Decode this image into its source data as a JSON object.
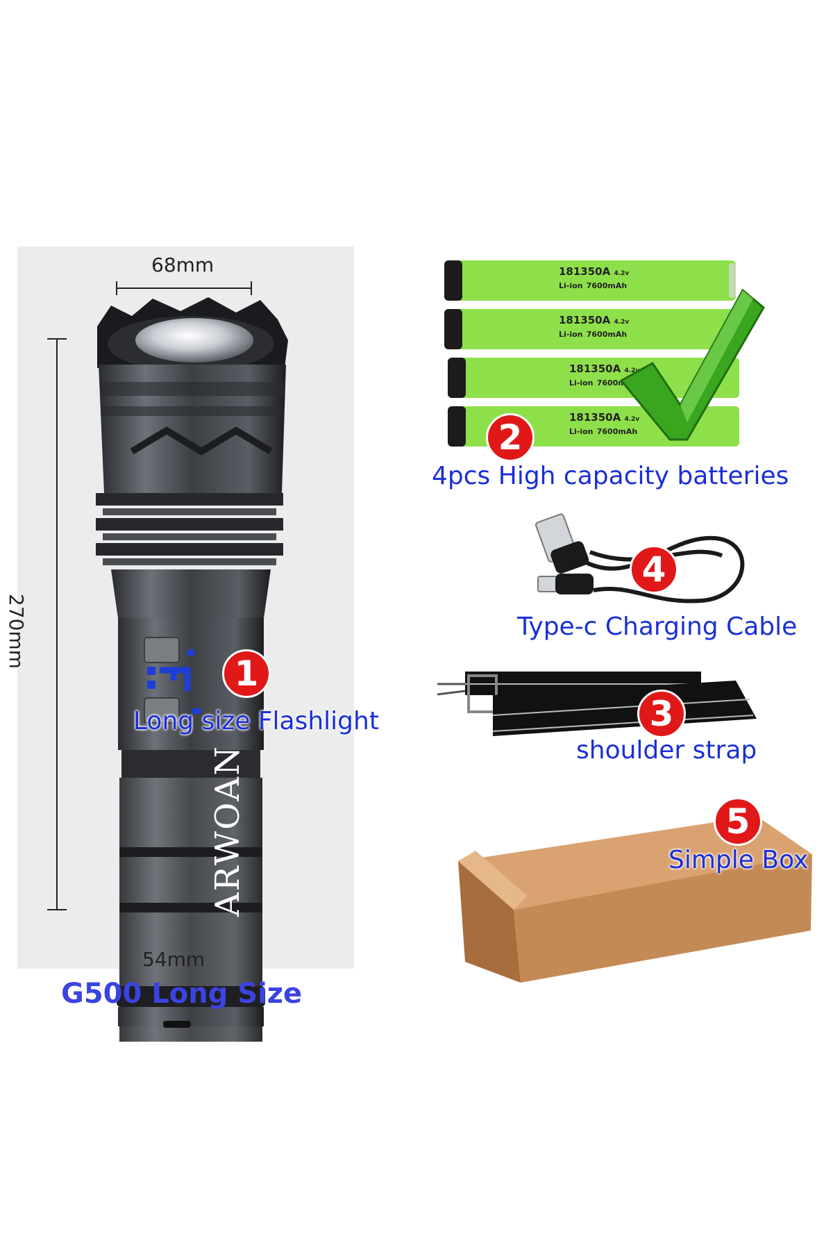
{
  "flashlight": {
    "width_top": "68mm",
    "length": "270mm",
    "width_bottom": "54mm",
    "watermark": "ARWOAN",
    "label": "Long size Flashlight",
    "number": "1",
    "model_title": "G500 Long Size"
  },
  "items": [
    {
      "number": "2",
      "label": "4pcs High capacity batteries"
    },
    {
      "number": "4",
      "label": "Type-c Charging Cable"
    },
    {
      "number": "3",
      "label": "shoulder strap"
    },
    {
      "number": "5",
      "label": "Simple Box"
    }
  ],
  "battery": {
    "model": "181350A",
    "type": "Li-ion",
    "capacity": "7600mAh",
    "voltage": "4.2v"
  },
  "colors": {
    "label_blue": "#1a2fd6",
    "title_blue": "#3b44e0",
    "badge_red": "#e01818",
    "battery_green": "#8ee04a",
    "check_green": "#3aa51f",
    "box_brown": "#c48a55"
  }
}
